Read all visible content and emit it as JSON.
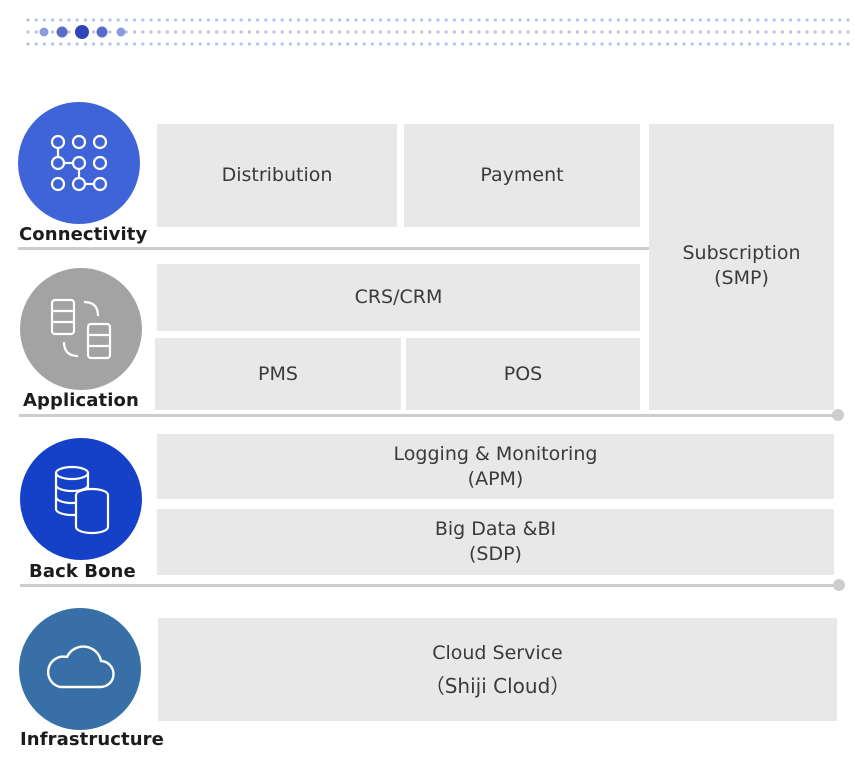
{
  "layers": {
    "connectivity": {
      "label": "Connectivity",
      "icon": "network-nodes-icon",
      "color": "#3f64d8"
    },
    "application": {
      "label": "Application",
      "icon": "sync-devices-icon",
      "color": "#a3a3a3"
    },
    "backbone": {
      "label": "Back Bone",
      "icon": "database-stack-icon",
      "color": "#1441c8"
    },
    "infrastructure": {
      "label": "Infrastructure",
      "icon": "cloud-icon",
      "color": "#386fa6"
    }
  },
  "boxes": {
    "distribution": "Distribution",
    "payment": "Payment",
    "subscription_line1": "Subscription",
    "subscription_line2": "(SMP)",
    "crs_crm": "CRS/CRM",
    "pms": "PMS",
    "pos": "POS",
    "logging_line1": "Logging & Monitoring",
    "logging_line2": "(APM)",
    "bigdata_line1": "Big Data &BI",
    "bigdata_line2": "(SDP)",
    "cloud_line1": "Cloud Service",
    "cloud_line2": "（Shiji Cloud）"
  },
  "colors": {
    "box_fill": "#e8e8e8",
    "separator": "#cdcdcd",
    "dot_pattern": "#b9c2ec",
    "dot_highlight": "#2f45b8"
  }
}
